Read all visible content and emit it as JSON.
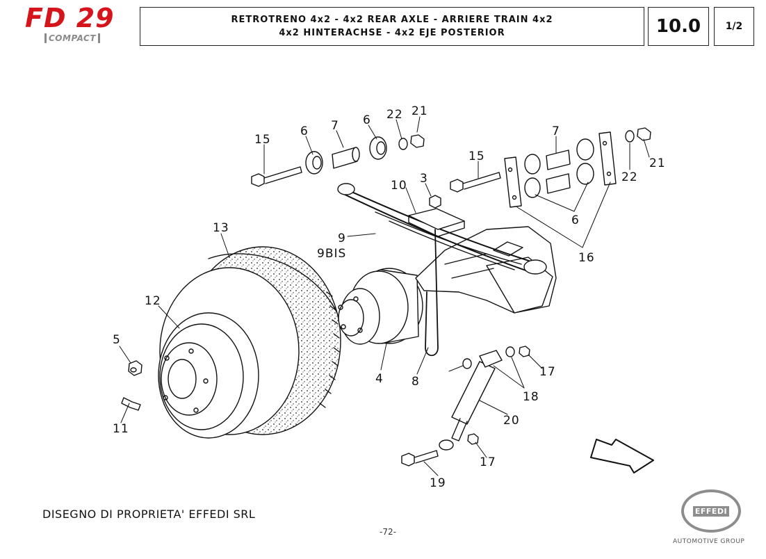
{
  "header": {
    "logo_text": "FD 29",
    "logo_sub": "COMPACT",
    "title_line1": "RETROTRENO 4x2 - 4x2 REAR AXLE - ARRIERE TRAIN 4x2",
    "title_line2": "4x2 HINTERACHSE  - 4x2 EJE POSTERIOR",
    "section": "10.0",
    "sheet": "1/2"
  },
  "callouts": [
    {
      "id": "c15a",
      "text": "15"
    },
    {
      "id": "c6a",
      "text": "6"
    },
    {
      "id": "c7a",
      "text": "7"
    },
    {
      "id": "c6b",
      "text": "6"
    },
    {
      "id": "c22a",
      "text": "22"
    },
    {
      "id": "c21a",
      "text": "21"
    },
    {
      "id": "c7b",
      "text": "7"
    },
    {
      "id": "c15b",
      "text": "15"
    },
    {
      "id": "c21b",
      "text": "21"
    },
    {
      "id": "c22b",
      "text": "22"
    },
    {
      "id": "c10",
      "text": "10"
    },
    {
      "id": "c3",
      "text": "3"
    },
    {
      "id": "c6c",
      "text": "6"
    },
    {
      "id": "c16",
      "text": "16"
    },
    {
      "id": "c13",
      "text": "13"
    },
    {
      "id": "c9",
      "text": "9"
    },
    {
      "id": "c9bis",
      "text": "9BIS"
    },
    {
      "id": "c12",
      "text": "12"
    },
    {
      "id": "c5",
      "text": "5"
    },
    {
      "id": "c11",
      "text": "11"
    },
    {
      "id": "c4",
      "text": "4"
    },
    {
      "id": "c8",
      "text": "8"
    },
    {
      "id": "c17a",
      "text": "17"
    },
    {
      "id": "c18",
      "text": "18"
    },
    {
      "id": "c20",
      "text": "20"
    },
    {
      "id": "c17b",
      "text": "17"
    },
    {
      "id": "c19",
      "text": "19"
    }
  ],
  "footer": {
    "ownership": "DISEGNO DI PROPRIETA' EFFEDI SRL",
    "page_number": "-72-",
    "brand_name": "EFFEDI",
    "brand_sub": "AUTOMOTIVE GROUP"
  },
  "colors": {
    "logo_red": "#d5141b",
    "logo_grey": "#8a8a8a",
    "line": "#111111"
  }
}
